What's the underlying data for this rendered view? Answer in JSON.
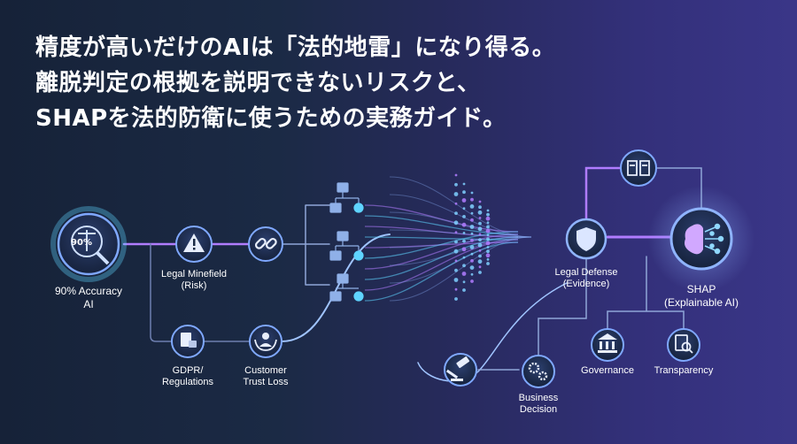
{
  "headline": {
    "line1": "精度が高いだけのAIは「法的地雷」になり得る。",
    "line2": "離脱判定の根拠を説明できないリスクと、",
    "line3": "SHAPを法的防衛に使うための実務ガイド。"
  },
  "nodes": {
    "accuracy": {
      "badge": "90%",
      "label1": "90% Accuracy",
      "label2": "AI",
      "icon": "scale-magnifier-icon"
    },
    "minefield": {
      "label1": "Legal Minefield",
      "label2": "(Risk)",
      "icon": "warning-icon"
    },
    "link": {
      "icon": "broken-link-icon"
    },
    "gdpr": {
      "label1": "GDPR/",
      "label2": "Regulations",
      "icon": "document-lock-icon"
    },
    "trust": {
      "label1": "Customer",
      "label2": "Trust Loss",
      "icon": "person-hands-icon"
    },
    "defense": {
      "label1": "Legal Defense",
      "label2": "(Evidence)",
      "icon": "shield-icon"
    },
    "book": {
      "icon": "book-icon"
    },
    "shap": {
      "label1": "SHAP",
      "label2": "(Explainable AI)",
      "icon": "brain-network-icon"
    },
    "governance": {
      "label1": "Governance",
      "icon": "institution-icon"
    },
    "transparency": {
      "label1": "Transparency",
      "icon": "document-search-icon"
    },
    "gavel": {
      "icon": "gavel-icon"
    },
    "business": {
      "label1": "Business",
      "label2": "Decision",
      "icon": "gears-icon"
    }
  },
  "colors": {
    "accent_purple": "#b07cff",
    "accent_cyan": "#5fd4ff",
    "node_border": "#7fa8ff"
  }
}
